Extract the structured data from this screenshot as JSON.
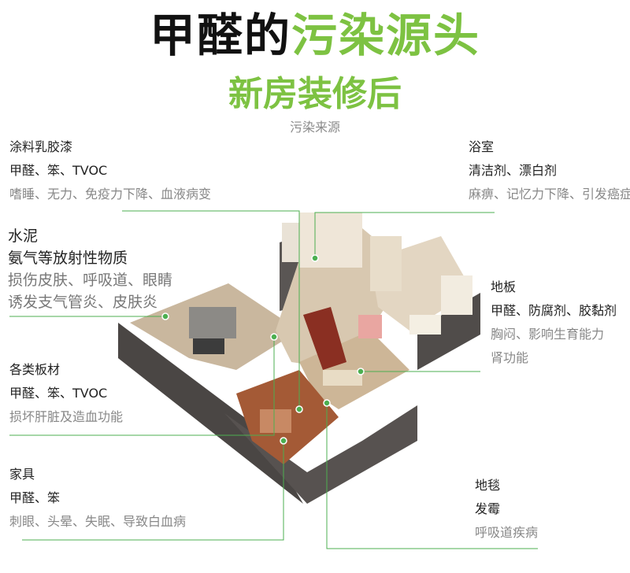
{
  "title": {
    "part1": "甲醛的",
    "part2": "污染源头"
  },
  "subtitle": "新房装修后",
  "caption": "污染来源",
  "colors": {
    "accent_green": "#7dc242",
    "line_green": "#4caf50",
    "text_dark": "#222222",
    "text_gray": "#888888"
  },
  "sources": {
    "paint": {
      "name": "涂料乳胶漆",
      "pollutants": "甲醛、笨、TVOC",
      "effects": "嗜睡、无力、免疫力下降、血液病变"
    },
    "cement": {
      "name": "水泥",
      "pollutants": "氨气等放射性物质",
      "effects1": "损伤皮肤、呼吸道、眼睛",
      "effects2": "诱发支气管炎、皮肤炎"
    },
    "boards": {
      "name": "各类板材",
      "pollutants": "甲醛、笨、TVOC",
      "effects": "损坏肝脏及造血功能"
    },
    "furniture": {
      "name": "家具",
      "pollutants": "甲醛、笨",
      "effects": "刺眼、头晕、失眠、导致白血病"
    },
    "bathroom": {
      "name": "浴室",
      "pollutants": "清洁剂、漂白剂",
      "effects": "麻痹、记忆力下降、引发癌症"
    },
    "floor": {
      "name": "地板",
      "pollutants": "甲醛、防腐剂、胶黏剂",
      "effects1": "胸闷、影响生育能力",
      "effects2": "肾功能"
    },
    "carpet": {
      "name": "地毯",
      "pollutants": "发霉",
      "effects": "呼吸道疾病"
    }
  }
}
